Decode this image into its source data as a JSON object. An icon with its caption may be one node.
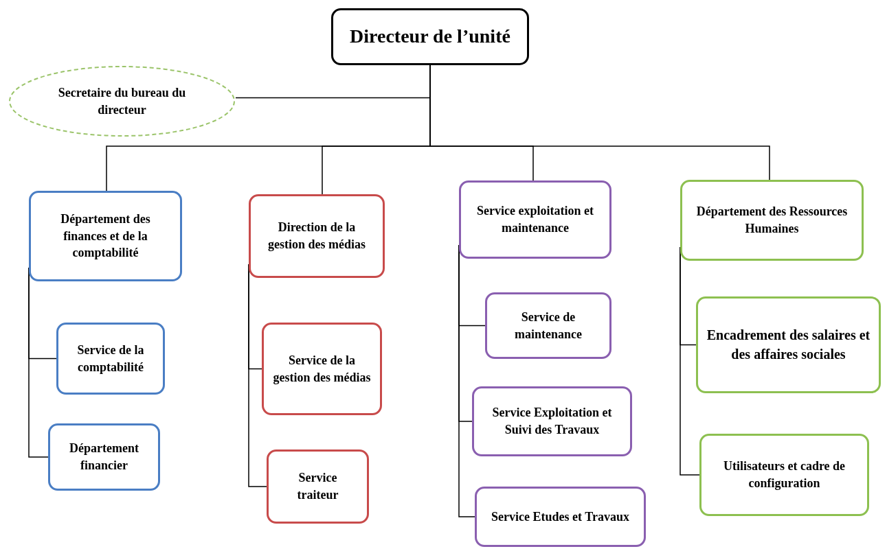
{
  "diagram": {
    "nodes": [
      {
        "text": [
          "Directeur de l’unité"
        ]
      },
      {
        "text": [
          "Secretaire du bureau du directeur"
        ]
      },
      {
        "text": [
          "Département des finances et de la comptabilité"
        ]
      },
      {
        "text": [
          "Service de la comptabilité"
        ]
      },
      {
        "text": [
          "Département financier"
        ]
      },
      {
        "text": [
          "Direction de la gestion des médias"
        ]
      },
      {
        "text": [
          "Service de la gestion des médias"
        ]
      },
      {
        "text": [
          "Service traiteur"
        ]
      },
      {
        "text": [
          "Service exploitation et maintenance"
        ]
      },
      {
        "text": [
          "Service de maintenance"
        ]
      },
      {
        "text": [
          "Service Exploitation et Suivi des Travaux"
        ]
      },
      {
        "text": [
          "Service Etudes et Travaux"
        ]
      },
      {
        "text": [
          "Département des Ressources Humaines"
        ]
      },
      {
        "text": [
          "Encadrement des salaires et des affaires sociales"
        ]
      },
      {
        "text": [
          "Utilisateurs et cadre de configuration"
        ]
      }
    ],
    "edges": [
      {
        "from": 0,
        "to": 1,
        "arrow": "none"
      },
      {
        "from": 0,
        "to": 2,
        "arrow": "none"
      },
      {
        "from": 0,
        "to": 5,
        "arrow": "none"
      },
      {
        "from": 0,
        "to": 8,
        "arrow": "none"
      },
      {
        "from": 0,
        "to": 12,
        "arrow": "none"
      },
      {
        "from": 2,
        "to": 3,
        "arrow": "none"
      },
      {
        "from": 2,
        "to": 4,
        "arrow": "none"
      },
      {
        "from": 5,
        "to": 6,
        "arrow": "none"
      },
      {
        "from": 5,
        "to": 7,
        "arrow": "none"
      },
      {
        "from": 8,
        "to": 9,
        "arrow": "none"
      },
      {
        "from": 8,
        "to": 10,
        "arrow": "none"
      },
      {
        "from": 8,
        "to": 11,
        "arrow": "none"
      },
      {
        "from": 12,
        "to": 13,
        "arrow": "none"
      },
      {
        "from": 12,
        "to": 14,
        "arrow": "none"
      }
    ]
  }
}
